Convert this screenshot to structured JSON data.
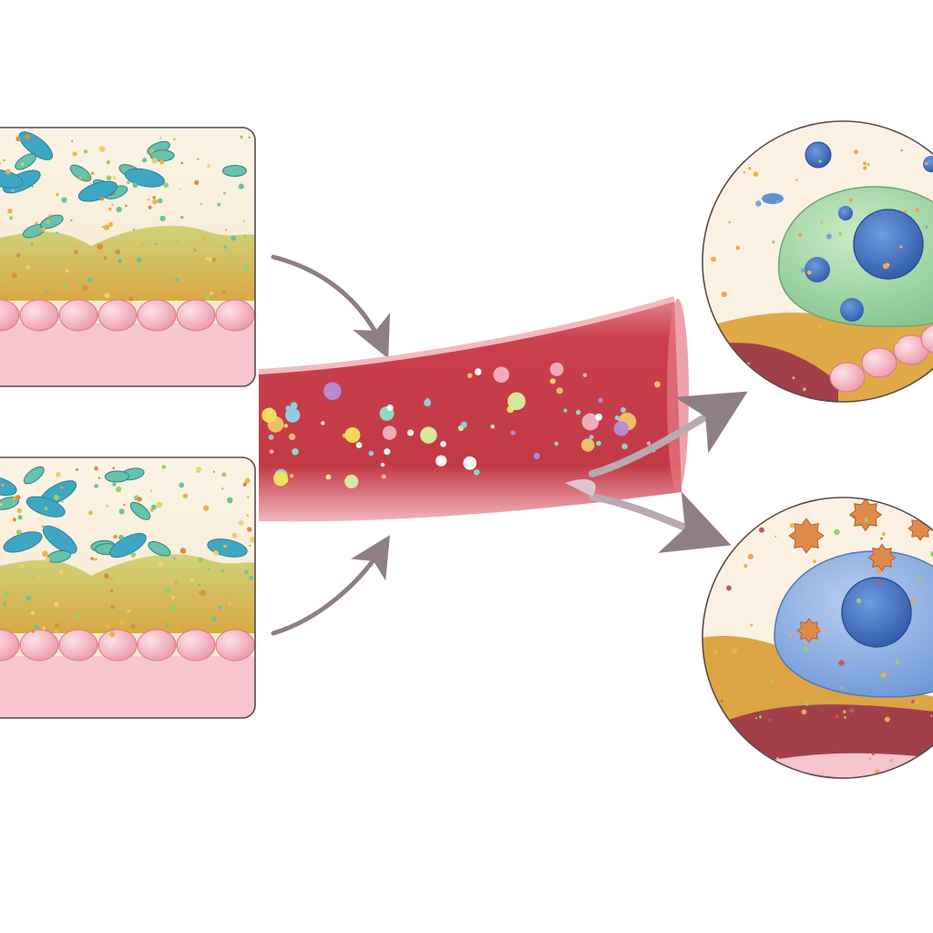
{
  "diagram": {
    "panels": [
      {
        "id": "gut-panel-top",
        "kind": "intestinal-layer",
        "microbes": "rod-bacteria"
      },
      {
        "id": "gut-panel-bottom",
        "kind": "intestinal-layer",
        "microbes": "rod-bacteria"
      }
    ],
    "vessel": {
      "kind": "blood-vessel",
      "cargo": "circulating-metabolites"
    },
    "targets": [
      {
        "id": "target-cell-top",
        "cell_color": "green",
        "nucleus_color": "blue"
      },
      {
        "id": "target-cell-bottom",
        "cell_color": "blue",
        "nucleus_color": "blue"
      }
    ],
    "arrows": [
      "top-panel-to-vessel",
      "bottom-panel-to-vessel",
      "vessel-to-top-target",
      "vessel-to-bottom-target"
    ],
    "colors": {
      "mucus": "#f6ecd6",
      "epithelium": "#f1a7b4",
      "submucosa": "#f7c6cf",
      "villi": "#d9b24a",
      "bacteria": "#4fb3bf",
      "vessel": "#c9404c",
      "arrow": "#8e7e86",
      "cell_green": "#9fd3a3",
      "cell_blue": "#7fa6dd",
      "nucleus": "#3d6fc2"
    }
  }
}
